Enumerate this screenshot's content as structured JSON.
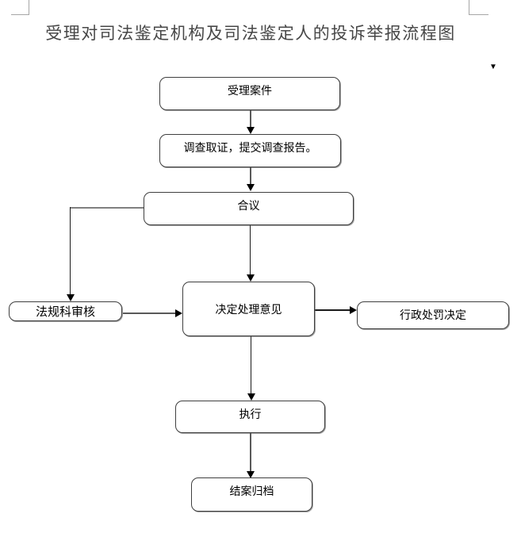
{
  "title": {
    "text": "受理对司法鉴定机构及司法鉴定人的投诉举报流程图"
  },
  "marker": {
    "glyph": "▼"
  },
  "flowchart": {
    "accept": {
      "label": "受理案件"
    },
    "investigate": {
      "label": "调查取证，提交调查报告。"
    },
    "deliberate": {
      "label": "合议"
    },
    "review": {
      "label": "法规科审核"
    },
    "decide": {
      "label": "决定处理意见"
    },
    "penalty": {
      "label": "行政处罚决定"
    },
    "execute": {
      "label": "执行"
    },
    "archive": {
      "label": "结案归档"
    },
    "edges": [
      {
        "from": "受理案件",
        "to": "调查取证，提交调查报告。"
      },
      {
        "from": "调查取证，提交调查报告。",
        "to": "合议"
      },
      {
        "from": "合议",
        "to": "决定处理意见"
      },
      {
        "from": "合议",
        "to": "法规科审核"
      },
      {
        "from": "法规科审核",
        "to": "决定处理意见"
      },
      {
        "from": "决定处理意见",
        "to": "行政处罚决定"
      },
      {
        "from": "决定处理意见",
        "to": "执行"
      },
      {
        "from": "执行",
        "to": "结案归档"
      }
    ]
  },
  "colors": {
    "box_border": "#3f3f3f",
    "connector": "#595959",
    "branch_line": "#808080",
    "arrowhead": "#000000",
    "corner_mark": "#a6a6a6",
    "title_text": "#474747",
    "background": "#ffffff"
  }
}
